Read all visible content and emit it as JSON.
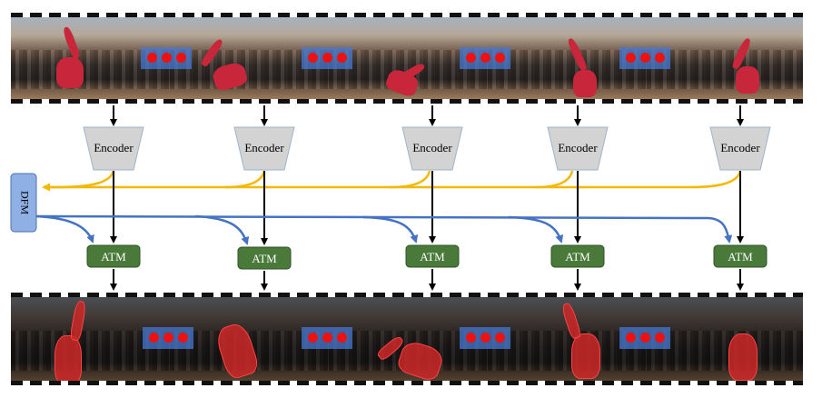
{
  "encoder_label": "Encoder",
  "atm_label": "ATM",
  "dfm_label": "DFM",
  "colors": {
    "encoder_fill": "#d3d3d3",
    "encoder_stroke": "#9fb3cc",
    "atm_fill": "#4a7a3a",
    "atm_stroke": "#2e5326",
    "dfm_fill": "#8fb0e4",
    "dfm_stroke": "#4c72b0",
    "yellow_arrow": "#f5b800",
    "blue_arrow": "#4472c4",
    "black_arrow": "#000000",
    "point_dot": "#ee1111",
    "mask": "#cc2828"
  },
  "icons": {
    "input_frames": "video-frames-strip-icon",
    "output_frames": "segmented-video-frames-strip-icon",
    "point_prompt": "red-dot-prompt-icon"
  }
}
